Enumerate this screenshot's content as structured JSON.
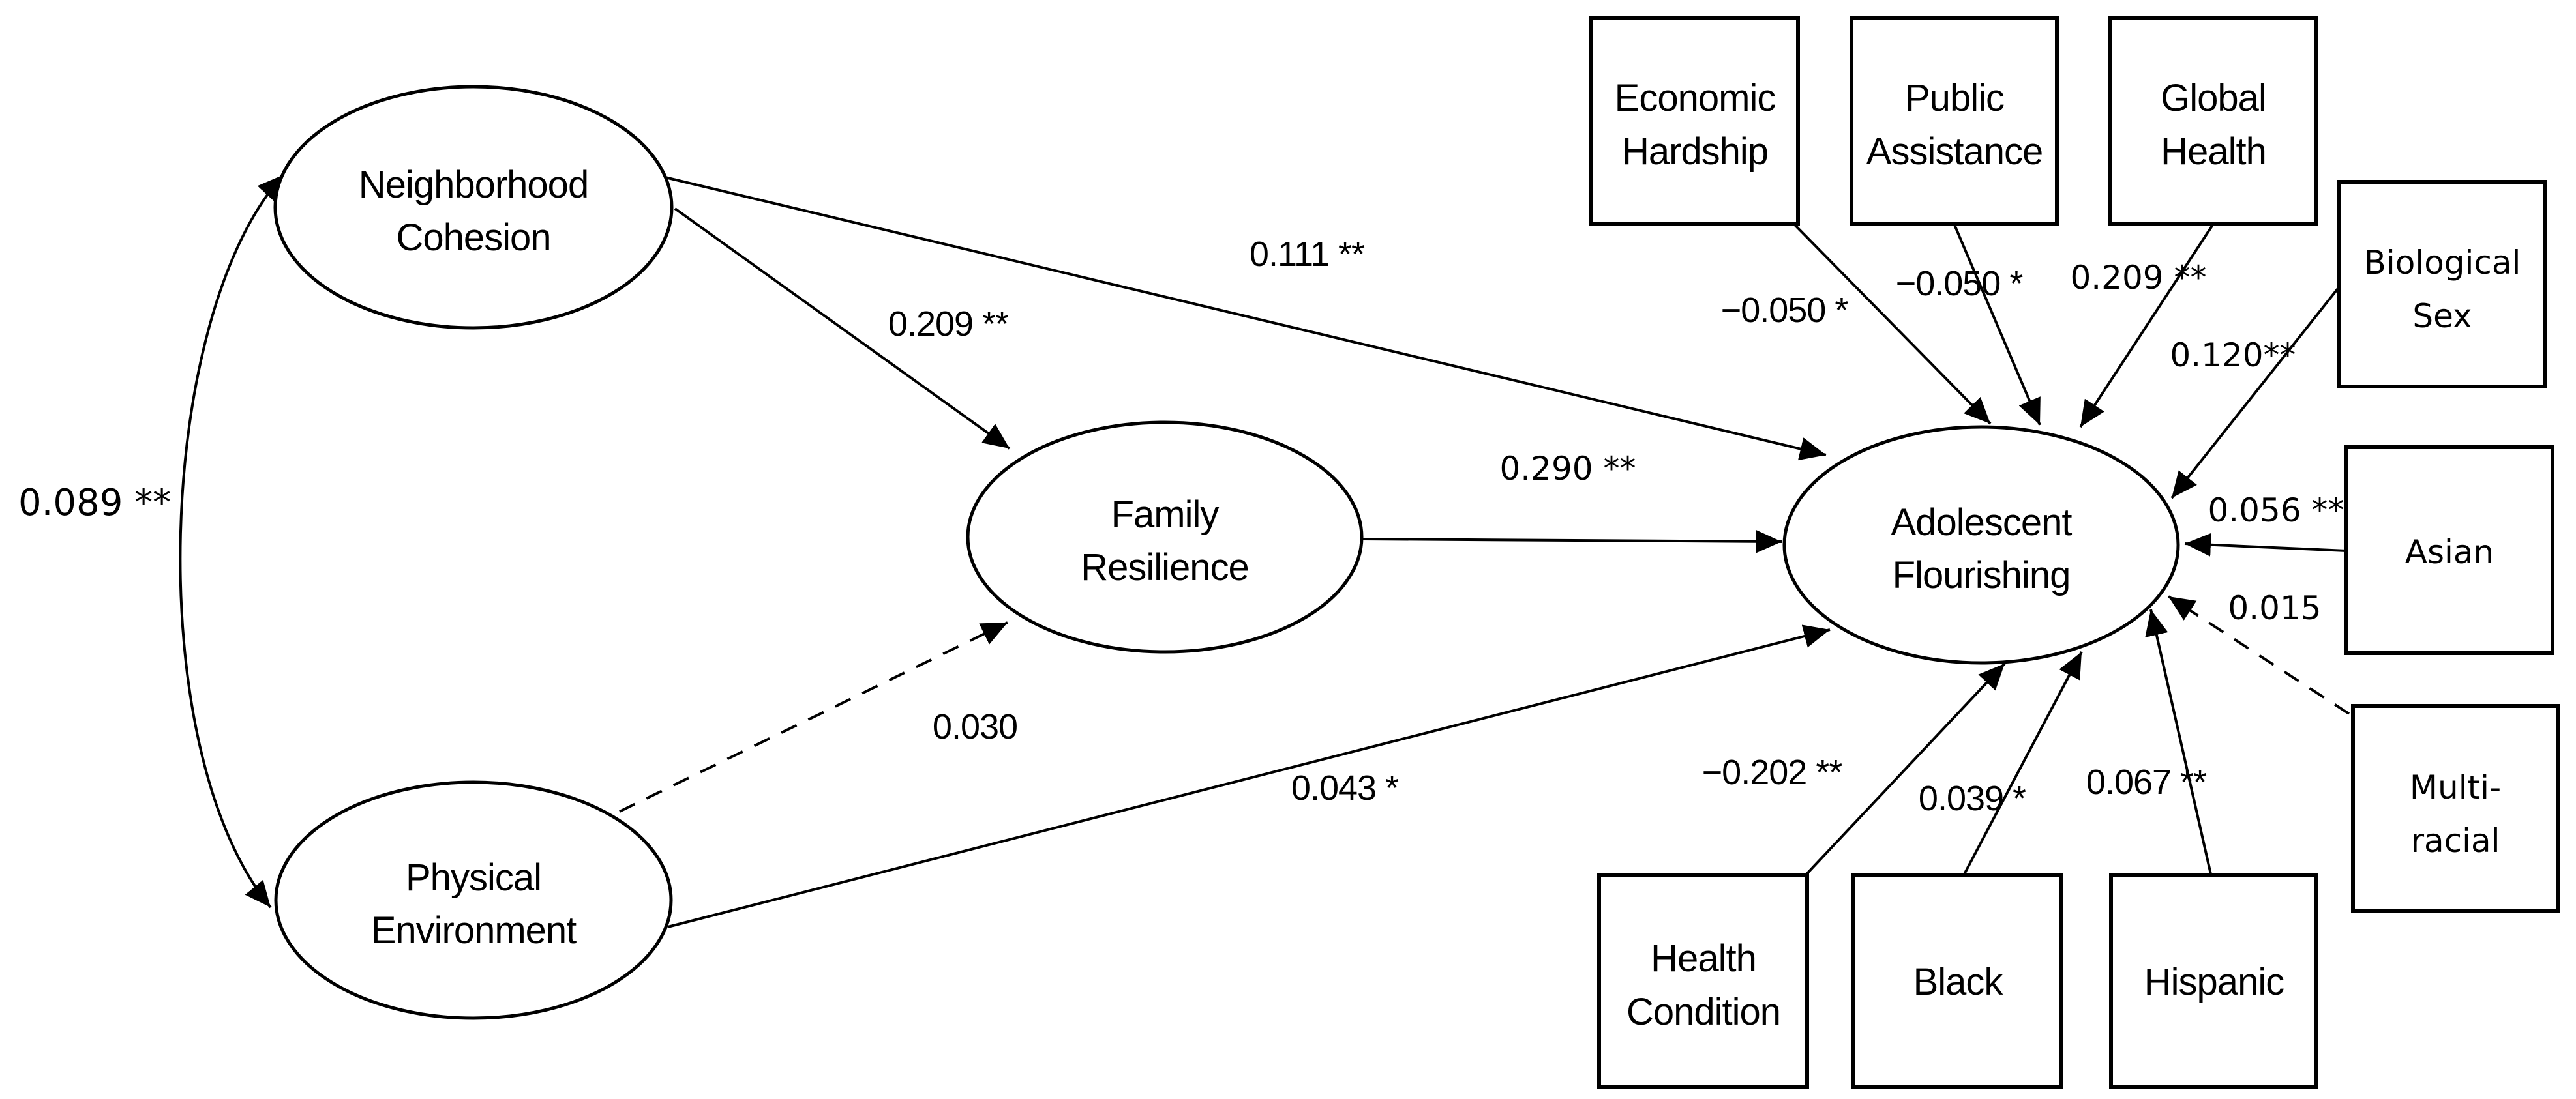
{
  "diagram": {
    "background_color": "#ffffff",
    "line_color": "#000000",
    "latent_nodes": {
      "neighborhood_cohesion": {
        "line1": "Neighborhood",
        "line2": "Cohesion"
      },
      "physical_environment": {
        "line1": "Physical",
        "line2": "Environment"
      },
      "family_resilience": {
        "line1": "Family",
        "line2": "Resilience"
      },
      "adolescent_flourishing": {
        "line1": "Adolescent",
        "line2": "Flourishing"
      }
    },
    "observed_nodes": {
      "economic_hardship": {
        "line1": "Economic",
        "line2": "Hardship"
      },
      "public_assistance": {
        "line1": "Public",
        "line2": "Assistance"
      },
      "global_health": {
        "line1": "Global",
        "line2": "Health"
      },
      "biological_sex": {
        "line1": "Biological",
        "line2": "Sex"
      },
      "asian": {
        "line1": "Asian"
      },
      "multi_racial": {
        "line1": "Multi-",
        "line2": "racial"
      },
      "health_condition": {
        "line1": "Health",
        "line2": "Condition"
      },
      "black": {
        "line1": "Black"
      },
      "hispanic": {
        "line1": "Hispanic"
      }
    },
    "coefficients": {
      "nc_pe_covariance": "0.089 **",
      "nc_to_fr": "0.209 **",
      "nc_to_af": "0.111 **",
      "fr_to_af": "0.290 **",
      "pe_to_fr": "0.030",
      "pe_to_af": "0.043 *",
      "eh_to_af": "−0.050 *",
      "pa_to_af": "−0.050 *",
      "gh_to_af": "0.209 **",
      "bs_to_af": "0.120**",
      "asian_to_af": "0.056 **",
      "mr_to_af": "0.015",
      "hc_to_af": "−0.202 **",
      "black_to_af": "0.039 *",
      "hispanic_to_af": "0.067 **"
    }
  }
}
